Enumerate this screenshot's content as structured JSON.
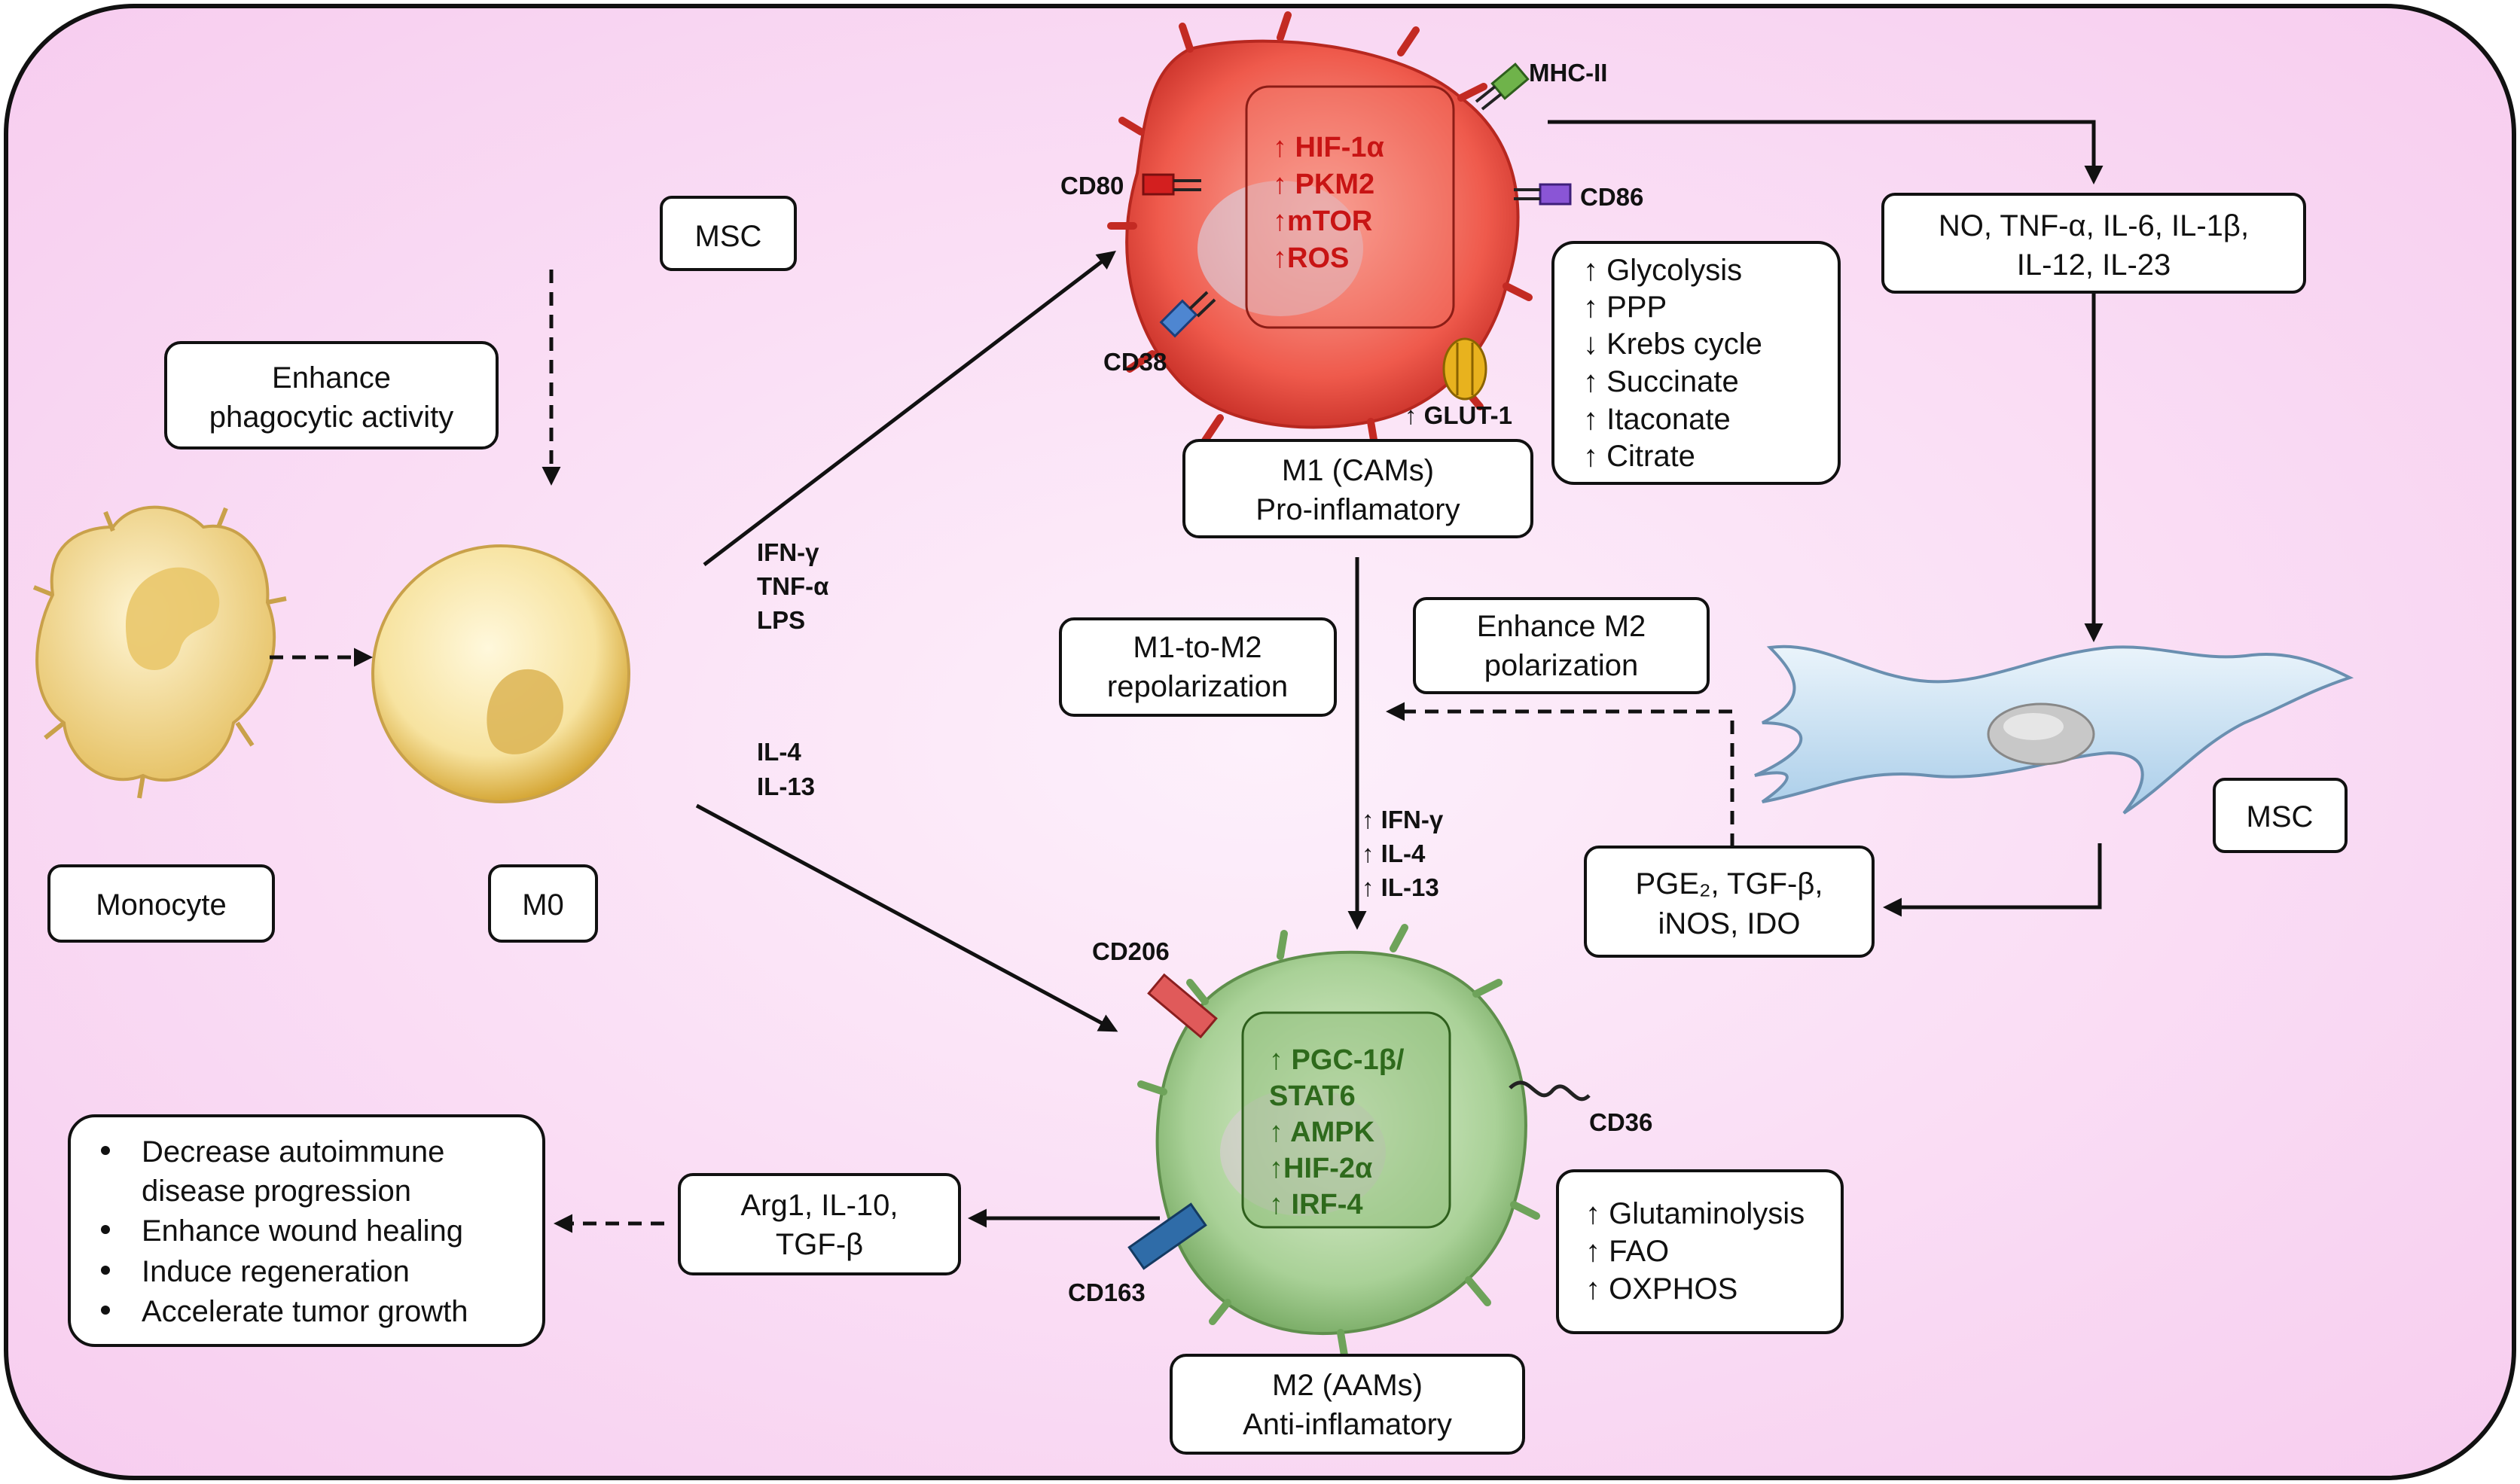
{
  "nodes": {
    "monocyte": "Monocyte",
    "m0": "M0",
    "msc_top": "MSC",
    "msc_right": "MSC",
    "enhance_phagocytic": [
      "Enhance",
      "phagocytic activity"
    ],
    "m1_label": [
      "M1 (CAMs)",
      "Pro-inflamatory"
    ],
    "m2_label": [
      "M2 (AAMs)",
      "Anti-inflamatory"
    ],
    "m1_cytokines": [
      "NO, TNF-α, IL-6, IL-1β,",
      "IL-12, IL-23"
    ],
    "m1_to_m2": [
      "M1-to-M2",
      "repolarization"
    ],
    "enhance_m2": [
      "Enhance M2",
      "polarization"
    ],
    "msc_factors": [
      "PGE₂, TGF-β,",
      "iNOS, IDO"
    ],
    "m2_products": [
      "Arg1, IL-10,",
      "TGF-β"
    ]
  },
  "m1_metabolism": [
    "↑ Glycolysis",
    "↑ PPP",
    "↓ Krebs cycle",
    "↑ Succinate",
    "↑ Itaconate",
    "↑ Citrate"
  ],
  "m1_markers": [
    "↑ HIF-1α",
    "↑ PKM2",
    "↑mTOR",
    "↑ROS"
  ],
  "m1_receptors": {
    "cd80": "CD80",
    "mhcii": "MHC-II",
    "cd86": "CD86",
    "cd38": "CD38",
    "glut1": "↑ GLUT-1"
  },
  "m2_markers": [
    "↑ PGC-1β/",
    "STAT6",
    "↑ AMPK",
    "↑HIF-2α",
    "↑ IRF-4"
  ],
  "m2_metabolism": [
    "↑ Glutaminolysis",
    "↑ FAO",
    "↑ OXPHOS"
  ],
  "m2_receptors": {
    "cd206": "CD206",
    "cd36": "CD36",
    "cd163": "CD163"
  },
  "m1_stimuli": [
    "IFN-γ",
    "TNF-α",
    "LPS"
  ],
  "m2_stimuli": [
    "IL-4",
    "IL-13"
  ],
  "repolarization_stimuli": [
    "↑ IFN-γ",
    "↑ IL-4",
    "↑ IL-13"
  ],
  "outcomes": [
    "Decrease autoimmune",
    "disease progression",
    "Enhance wound healing",
    "Induce regeneration",
    "Accelerate tumor growth"
  ],
  "colors": {
    "background": "#f9d6f3",
    "m1_cell": "#f05a4e",
    "m2_cell": "#a9d197",
    "monocyte": "#f3d98a",
    "msc": "#bcd8ee"
  }
}
